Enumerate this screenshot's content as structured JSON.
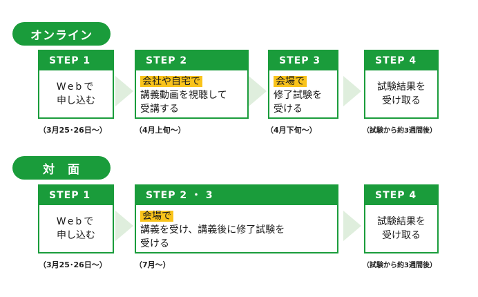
{
  "online": {
    "label": "オンライン",
    "step1": {
      "title": "STEP 1",
      "line1": "Webで",
      "line2": "申し込む",
      "date": "（3月25･26日～）"
    },
    "step2": {
      "title": "STEP 2",
      "hl": "会社や自宅で",
      "line2": "講義動画を視聴して",
      "line3": "受講する",
      "date": "（4月上旬～）"
    },
    "step3": {
      "title": "STEP 3",
      "hl": "会場で",
      "line2": "修了試験を",
      "line3": "受ける",
      "date": "（4月下旬～）"
    },
    "step4": {
      "title": "STEP 4",
      "line1": "試験結果を",
      "line2": "受け取る",
      "date": "（試験から約3週間後）"
    }
  },
  "taimen": {
    "label": "対　面",
    "step1": {
      "title": "STEP 1",
      "line1": "Webで",
      "line2": "申し込む",
      "date": "（3月25･26日～）"
    },
    "step23": {
      "title": "STEP 2 ・ 3",
      "hl": "会場で",
      "line2": "講義を受け、講義後に修了試験を",
      "line3": "受ける",
      "date": "（7月～）"
    },
    "step4": {
      "title": "STEP 4",
      "line1": "試験結果を",
      "line2": "受け取る",
      "date": "（試験から約3週間後）"
    }
  },
  "colors": {
    "green": "#1a9c3b",
    "highlight": "#f9c31b",
    "arrow": "#dfeedd"
  }
}
